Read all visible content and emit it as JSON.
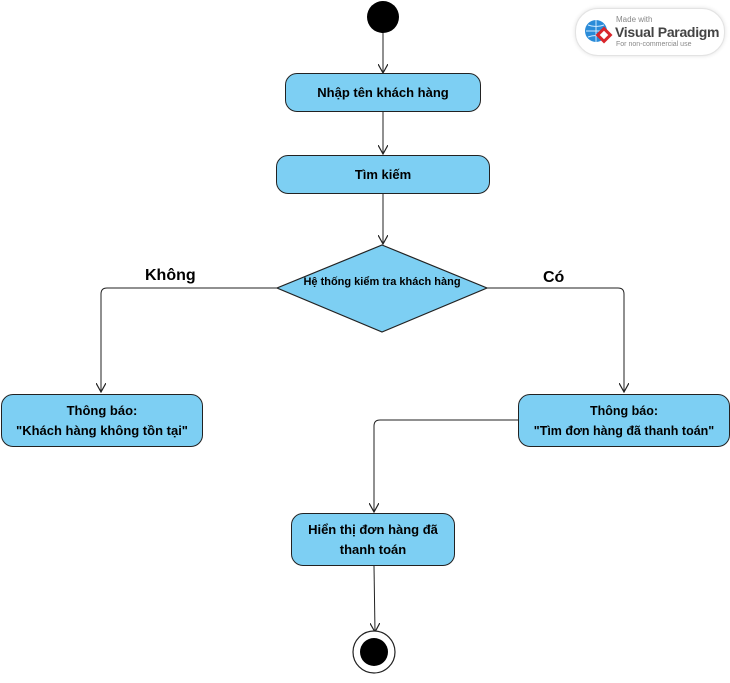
{
  "diagram": {
    "start_node": "initial-node",
    "end_node": "final-node",
    "actions": {
      "input_name": "Nhập tên khách hàng",
      "search": "Tìm kiếm",
      "notify_not_found": [
        "Thông báo:",
        "\"Khách hàng không tồn tại\""
      ],
      "notify_found": [
        "Thông báo:",
        "\"Tìm đơn hàng đã thanh toán\""
      ],
      "show_orders": [
        "Hiển thị đơn hàng đã",
        "thanh toán"
      ]
    },
    "decision": {
      "label": "Hệ thống kiểm tra khách hàng",
      "no_label": "Không",
      "yes_label": "Có"
    }
  },
  "watermark": {
    "made_with": "Made with",
    "brand": "Visual Paradigm",
    "note": "For non-commercial use"
  },
  "colors": {
    "node_fill": "#7dcff3",
    "stroke": "#222222",
    "logo_red": "#d9252b",
    "logo_blue": "#2a8bd8"
  }
}
